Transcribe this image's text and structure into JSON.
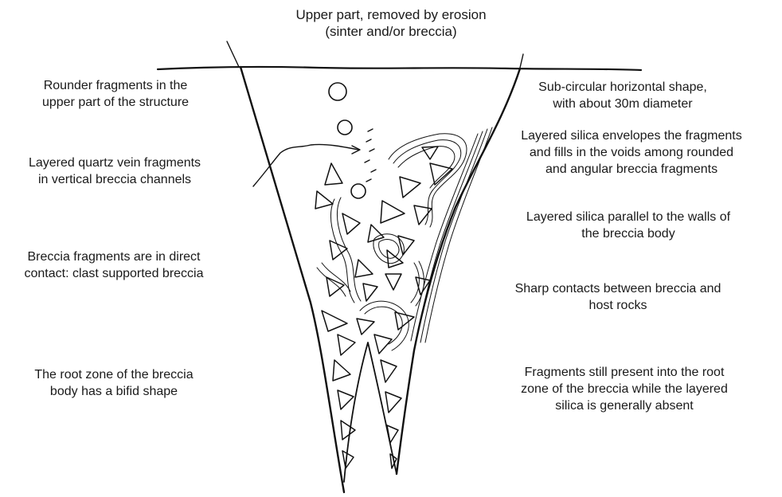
{
  "diagram": {
    "top_label": [
      "Upper part, removed by erosion",
      "(sinter and/or breccia)"
    ],
    "left_labels": [
      [
        "Rounder fragments in the",
        "upper  part of the structure"
      ],
      [
        "Layered quartz vein fragments",
        "in vertical breccia channels"
      ],
      [
        "Breccia fragments are in direct",
        "contact: clast supported breccia"
      ],
      [
        "The root zone of the breccia",
        "body has a bifid shape"
      ]
    ],
    "right_labels": [
      [
        "Sub-circular horizontal shape,",
        "with about 30m diameter"
      ],
      [
        "Layered silica envelopes the fragments",
        "and fills in the voids among rounded",
        "and angular breccia fragments"
      ],
      [
        "Layered silica parallel to the walls of",
        "the breccia body"
      ],
      [
        "Sharp contacts between breccia and",
        "host rocks"
      ],
      [
        "Fragments still present into the root",
        "zone of the breccia while the layered",
        "silica is generally absent"
      ]
    ],
    "colors": {
      "ink": "#111111",
      "background": "#ffffff"
    }
  }
}
